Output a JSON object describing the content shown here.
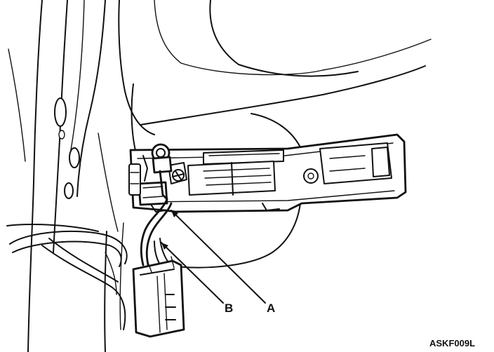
{
  "diagram": {
    "callouts": [
      {
        "id": "B",
        "text": "B"
      },
      {
        "id": "A",
        "text": "A"
      }
    ],
    "figure_code": "ASKF009L"
  }
}
